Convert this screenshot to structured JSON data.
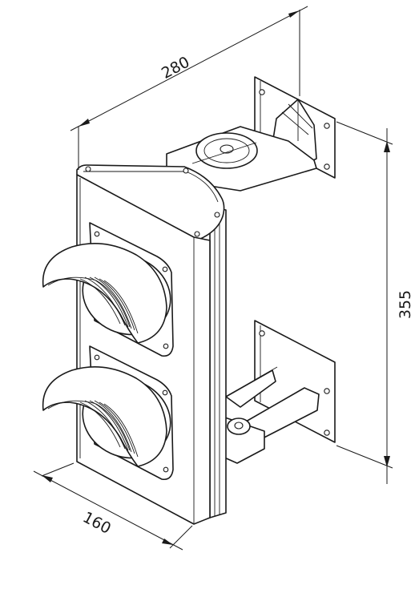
{
  "dimensions": {
    "width_label": "280",
    "height_label": "355",
    "depth_label": "160"
  }
}
